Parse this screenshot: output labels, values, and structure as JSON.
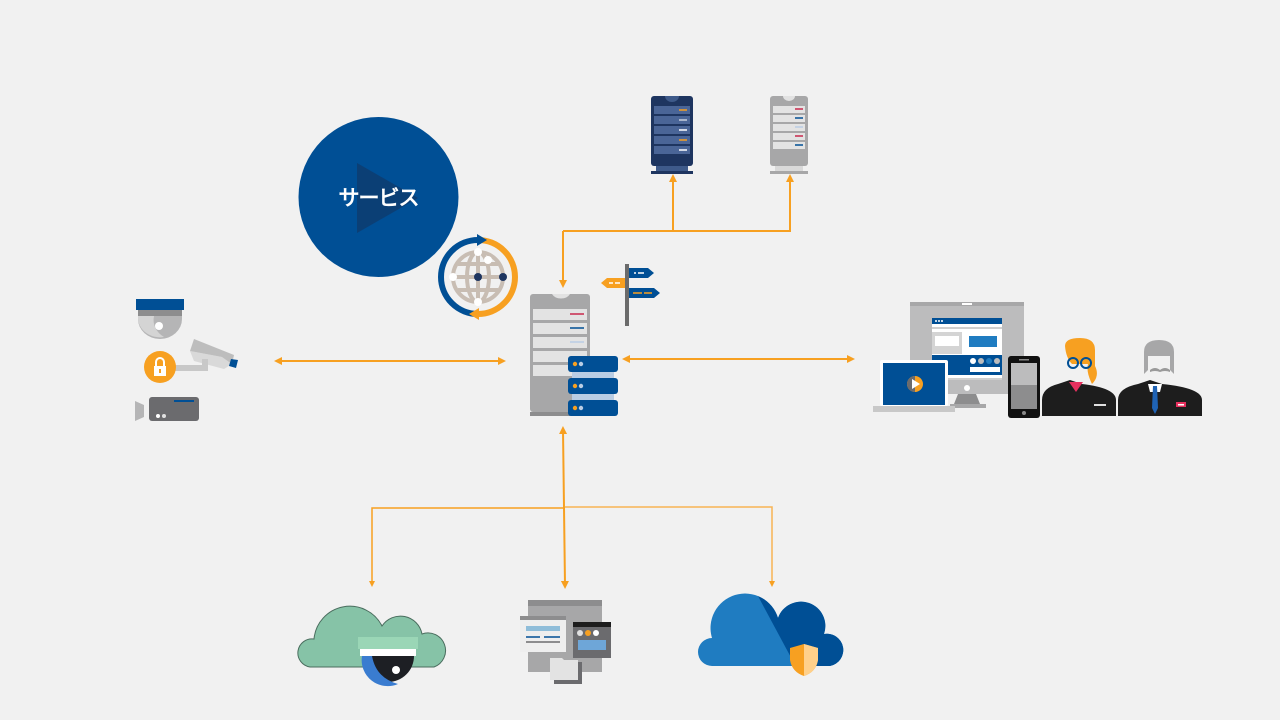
{
  "diagram": {
    "title": "サービス",
    "colors": {
      "background": "#f1f1f1",
      "connector": "#f7a021",
      "primary_blue": "#004f95",
      "dark_blue": "#1e3560",
      "cloud_green": "#86c3a7",
      "cloud_blue": "#1f7cc1",
      "gray": "#a7a7a8"
    },
    "nodes": [
      {
        "id": "service-badge",
        "icon": "play-circle-icon",
        "label": "サービス"
      },
      {
        "id": "global-sync",
        "icon": "globe-sync-icon"
      },
      {
        "id": "central-server",
        "icon": "server-stack-icon"
      },
      {
        "id": "routing",
        "icon": "signpost-icon"
      },
      {
        "id": "server-dark",
        "icon": "server-tower-dark-icon"
      },
      {
        "id": "server-light",
        "icon": "server-tower-light-icon"
      },
      {
        "id": "security-cameras",
        "icon": "security-camera-group-icon"
      },
      {
        "id": "client-devices",
        "icon": "devices-and-users-icon"
      },
      {
        "id": "cloud-camera",
        "icon": "cloud-camera-icon"
      },
      {
        "id": "app-windows",
        "icon": "app-windows-icon"
      },
      {
        "id": "secure-cloud",
        "icon": "cloud-shield-icon"
      }
    ],
    "edges": [
      {
        "from": "central-server",
        "to": "server-dark",
        "direction": "to"
      },
      {
        "from": "central-server",
        "to": "server-light",
        "direction": "to"
      },
      {
        "from": "servers",
        "to": "central-server",
        "direction": "to"
      },
      {
        "from": "security-cameras",
        "to": "central-server",
        "direction": "both"
      },
      {
        "from": "central-server",
        "to": "client-devices",
        "direction": "both"
      },
      {
        "from": "central-server",
        "to": "cloud-camera",
        "direction": "to"
      },
      {
        "from": "central-server",
        "to": "app-windows",
        "direction": "both"
      },
      {
        "from": "central-server",
        "to": "secure-cloud",
        "direction": "to"
      }
    ]
  }
}
